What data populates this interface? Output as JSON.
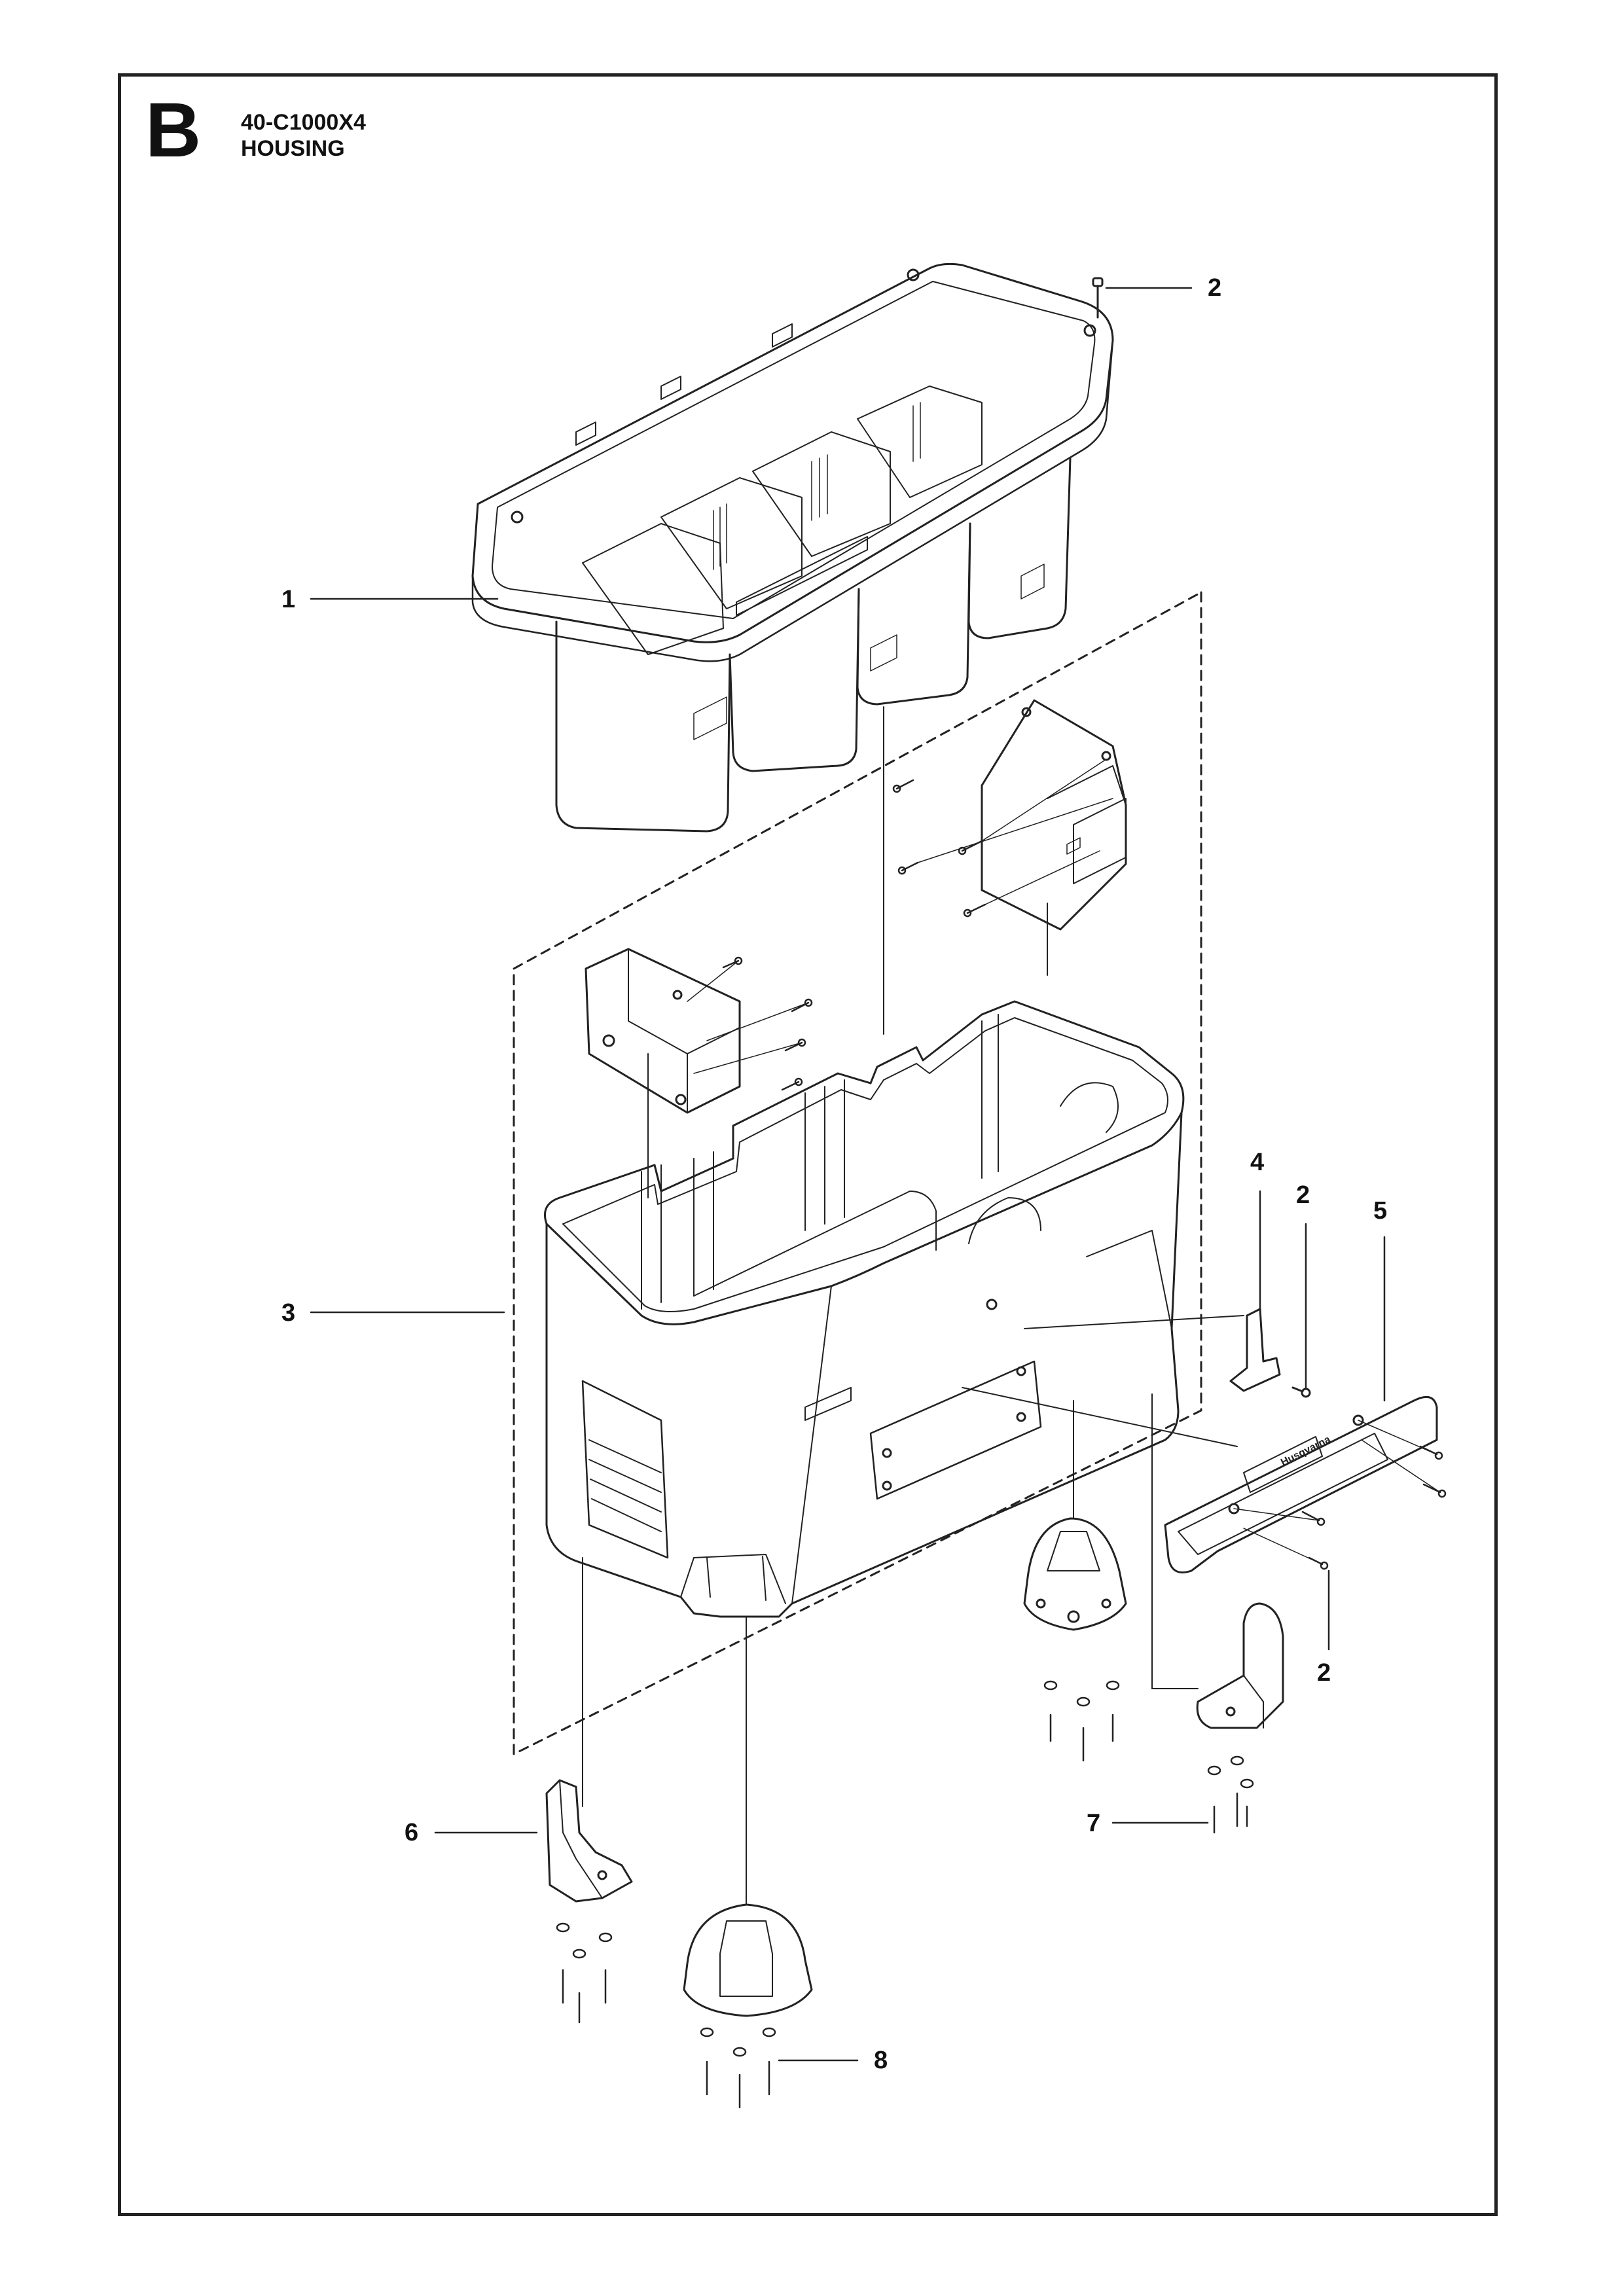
{
  "header": {
    "section_letter": "B",
    "code": "40-C1000X4",
    "title": "HOUSING"
  },
  "callouts": [
    {
      "id": "c2a",
      "label": "2"
    },
    {
      "id": "c1",
      "label": "1"
    },
    {
      "id": "c4",
      "label": "4"
    },
    {
      "id": "c2b",
      "label": "2"
    },
    {
      "id": "c5",
      "label": "5"
    },
    {
      "id": "c3",
      "label": "3"
    },
    {
      "id": "c2c",
      "label": "2"
    },
    {
      "id": "c6",
      "label": "6"
    },
    {
      "id": "c7",
      "label": "7"
    },
    {
      "id": "c8",
      "label": "8"
    }
  ],
  "logo_text": "Husqvarna"
}
